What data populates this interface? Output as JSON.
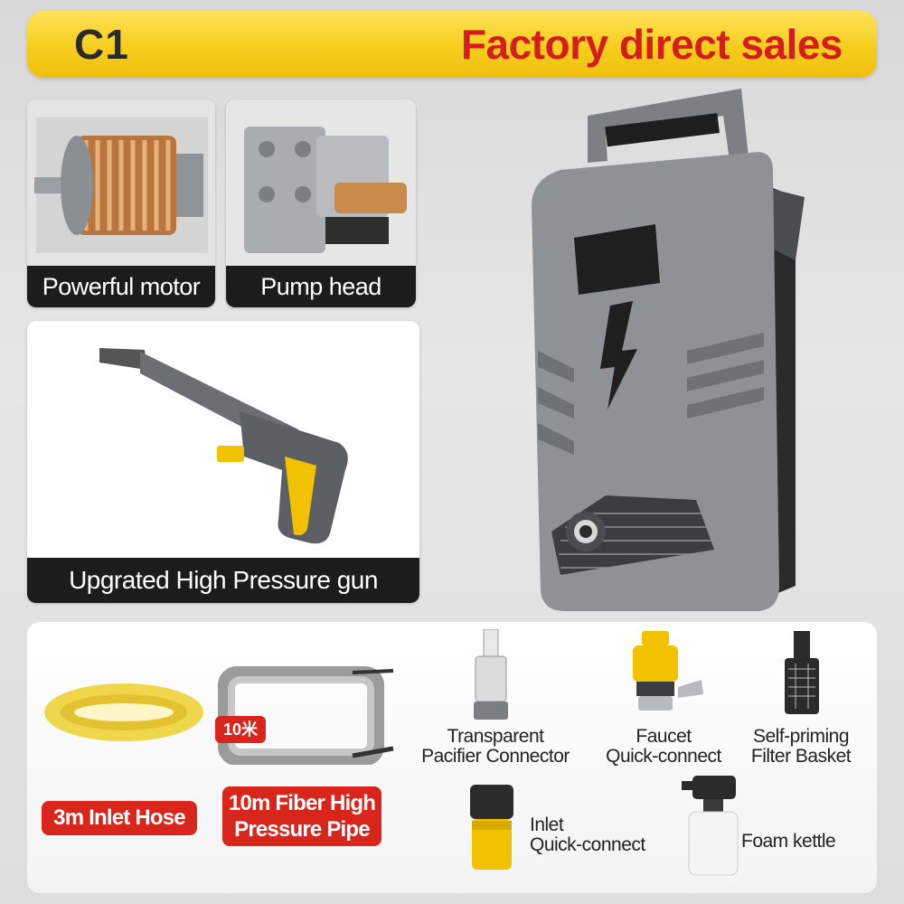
{
  "header": {
    "model": "C1",
    "title": "Factory direct sales"
  },
  "features": {
    "motor": "Powerful motor",
    "pump": "Pump head",
    "gun": "Upgrated High Pressure gun"
  },
  "accessories": {
    "inlet_hose": "3m Inlet Hose",
    "fiber_pipe_line1": "10m Fiber High",
    "fiber_pipe_line2": "Pressure Pipe",
    "pipe_badge": "10米",
    "pacifier_line1": "Transparent",
    "pacifier_line2": "Pacifier Connector",
    "faucet_line1": "Faucet",
    "faucet_line2": "Quick-connect",
    "filter_line1": "Self-priming",
    "filter_line2": "Filter Basket",
    "inlet_qc_line1": "Inlet",
    "inlet_qc_line2": "Quick-connect",
    "foam": "Foam kettle"
  },
  "colors": {
    "banner_yellow": "#f6cd1c",
    "title_red": "#d41e1e",
    "tag_red": "#d9261c",
    "machine_grey": "#8e9297",
    "accent_yellow": "#f2c200"
  }
}
